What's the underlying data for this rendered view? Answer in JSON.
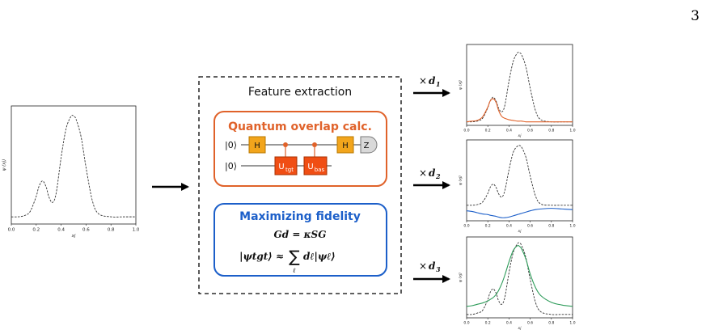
{
  "page_number": "3",
  "feature_box": {
    "title": "Feature extraction",
    "quantum": {
      "title": "Quantum overlap calc.",
      "color": "#e0622a",
      "qubit0": "|0⟩",
      "qubit1": "|0⟩",
      "gate_h1": "H",
      "gate_h2": "H",
      "gate_z": "Z",
      "gate_ut": "U",
      "gate_ut_sub": "tgt",
      "gate_ub": "U",
      "gate_ub_sub": "bas"
    },
    "fidelity": {
      "title": "Maximizing fidelity",
      "color": "#1c5fc9",
      "eq1": "Gd = κSG",
      "eq2_lhs": "|ψtgt⟩ ≈",
      "eq2_rhs": "dℓ|ψℓ⟩",
      "eq2_sum_sub": "ℓ"
    }
  },
  "multipliers": [
    {
      "times": "×",
      "var": "d",
      "sub": "1"
    },
    {
      "times": "×",
      "var": "d",
      "sub": "2"
    },
    {
      "times": "×",
      "var": "d",
      "sub": "3"
    }
  ],
  "plot_axes": {
    "xlabel": "xj",
    "ylabel": "ψ (xj)",
    "xticks": [
      "0.0",
      "0.2",
      "0.4",
      "0.6",
      "0.8",
      "1.0"
    ]
  },
  "chart_data": [
    {
      "type": "line",
      "name": "input",
      "x": [
        0.0,
        0.05,
        0.1,
        0.15,
        0.2,
        0.22,
        0.25,
        0.28,
        0.3,
        0.33,
        0.36,
        0.4,
        0.44,
        0.48,
        0.5,
        0.52,
        0.56,
        0.6,
        0.65,
        0.7,
        0.8,
        0.9,
        1.0
      ],
      "series": [
        {
          "style": "dashed",
          "color": "#333333",
          "values": [
            0.02,
            0.02,
            0.03,
            0.07,
            0.22,
            0.31,
            0.37,
            0.31,
            0.22,
            0.16,
            0.25,
            0.6,
            0.88,
            1.0,
            1.0,
            0.97,
            0.8,
            0.5,
            0.18,
            0.05,
            0.02,
            0.02,
            0.02
          ]
        }
      ],
      "xlim": [
        0,
        1
      ],
      "ylim": [
        -0.05,
        1.1
      ]
    },
    {
      "type": "line",
      "name": "d1",
      "x": [
        0.0,
        0.05,
        0.1,
        0.15,
        0.2,
        0.22,
        0.25,
        0.28,
        0.3,
        0.33,
        0.36,
        0.4,
        0.44,
        0.48,
        0.5,
        0.52,
        0.56,
        0.6,
        0.65,
        0.7,
        0.8,
        0.9,
        1.0
      ],
      "series": [
        {
          "style": "dashed",
          "color": "#333333",
          "values": [
            0.0,
            0.0,
            0.01,
            0.05,
            0.2,
            0.29,
            0.35,
            0.29,
            0.2,
            0.14,
            0.23,
            0.58,
            0.86,
            0.98,
            0.98,
            0.95,
            0.78,
            0.48,
            0.16,
            0.03,
            0.0,
            0.0,
            0.0
          ]
        },
        {
          "style": "solid",
          "color": "#e0622a",
          "values": [
            0.0,
            0.01,
            0.02,
            0.07,
            0.21,
            0.29,
            0.33,
            0.27,
            0.17,
            0.08,
            0.05,
            0.03,
            0.02,
            0.01,
            0.01,
            0.01,
            0.0,
            0.0,
            0.0,
            0.0,
            0.0,
            0.0,
            0.0
          ]
        }
      ],
      "xlim": [
        0,
        1
      ],
      "ylim": [
        -0.05,
        1.1
      ]
    },
    {
      "type": "line",
      "name": "d2",
      "x": [
        0.0,
        0.05,
        0.1,
        0.15,
        0.2,
        0.22,
        0.25,
        0.28,
        0.3,
        0.33,
        0.36,
        0.4,
        0.44,
        0.48,
        0.5,
        0.52,
        0.56,
        0.6,
        0.65,
        0.7,
        0.8,
        0.9,
        1.0
      ],
      "series": [
        {
          "style": "dashed",
          "color": "#333333",
          "values": [
            0.15,
            0.15,
            0.16,
            0.2,
            0.34,
            0.43,
            0.49,
            0.43,
            0.34,
            0.28,
            0.38,
            0.72,
            1.0,
            1.1,
            1.11,
            1.08,
            0.92,
            0.62,
            0.3,
            0.17,
            0.15,
            0.15,
            0.15
          ]
        },
        {
          "style": "solid",
          "color": "#1c5fc9",
          "values": [
            0.06,
            0.05,
            0.03,
            0.01,
            0.0,
            -0.01,
            -0.02,
            -0.03,
            -0.04,
            -0.05,
            -0.05,
            -0.04,
            -0.02,
            0.0,
            0.01,
            0.02,
            0.04,
            0.06,
            0.08,
            0.09,
            0.1,
            0.09,
            0.08
          ]
        }
      ],
      "xlim": [
        0,
        1
      ],
      "ylim": [
        -0.1,
        1.2
      ]
    },
    {
      "type": "line",
      "name": "d3",
      "x": [
        0.0,
        0.05,
        0.1,
        0.15,
        0.2,
        0.22,
        0.25,
        0.28,
        0.3,
        0.33,
        0.36,
        0.4,
        0.44,
        0.48,
        0.5,
        0.52,
        0.56,
        0.6,
        0.65,
        0.7,
        0.8,
        0.9,
        1.0
      ],
      "series": [
        {
          "style": "dashed",
          "color": "#333333",
          "values": [
            0.0,
            0.0,
            0.02,
            0.06,
            0.22,
            0.32,
            0.38,
            0.31,
            0.21,
            0.15,
            0.25,
            0.62,
            0.92,
            1.05,
            1.06,
            1.02,
            0.84,
            0.52,
            0.18,
            0.04,
            0.0,
            0.0,
            0.0
          ]
        },
        {
          "style": "solid",
          "color": "#2e9c5a",
          "values": [
            0.12,
            0.13,
            0.15,
            0.17,
            0.2,
            0.22,
            0.25,
            0.3,
            0.35,
            0.45,
            0.58,
            0.78,
            0.95,
            1.02,
            1.01,
            0.97,
            0.82,
            0.6,
            0.4,
            0.28,
            0.18,
            0.14,
            0.12
          ]
        }
      ],
      "xlim": [
        0,
        1
      ],
      "ylim": [
        -0.05,
        1.15
      ]
    }
  ]
}
